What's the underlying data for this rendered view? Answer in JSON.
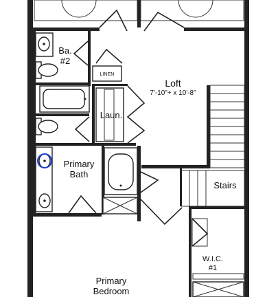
{
  "labels": {
    "bath2_line1": "Ba.",
    "bath2_line2": "#2",
    "linen": "LINEN",
    "loft_name": "Loft",
    "loft_size": "7'-10\"+ x 10'-8\"",
    "laundry": "Laun.",
    "primary_bath_line1": "Primary",
    "primary_bath_line2": "Bath",
    "stairs": "Stairs",
    "wic_line1": "W.I.C.",
    "wic_line2": "#1",
    "primary_bed_line1": "Primary",
    "primary_bed_line2": "Bedroom"
  },
  "colors": {
    "line": "#222222",
    "background": "#ffffff",
    "highlight_circle": "#1a3fd1"
  }
}
